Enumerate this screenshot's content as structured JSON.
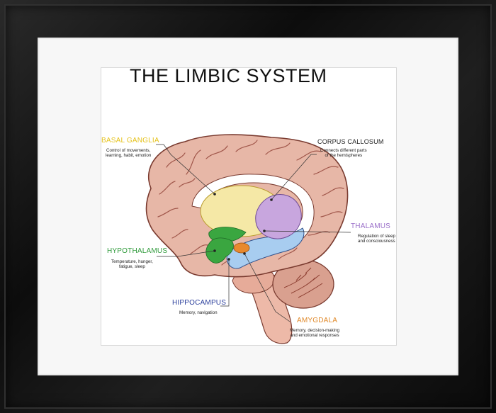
{
  "title": "THE LIMBIC SYSTEM",
  "colors": {
    "cortex": "#e7b7a7",
    "cortex_outline": "#7a3b30",
    "basal_ganglia": "#f5e8a6",
    "thalamus": "#c8a6de",
    "hypothalamus": "#3aa640",
    "hippocampus": "#a8cdf0",
    "amygdala": "#e8892e",
    "corpus_callosum": "#ffffff",
    "cerebellum": "#d9a08f",
    "brainstem": "#edb9a8",
    "frame": "#111111",
    "mat": "#f7f7f7"
  },
  "labels": {
    "basal_ganglia": {
      "name": "BASAL GANGLIA",
      "desc1": "Control of movements,",
      "desc2": "learning, habit, emotion",
      "color": "#e5c21b"
    },
    "corpus_callosum": {
      "name": "CORPUS CALLOSUM",
      "desc1": "Connects different parts",
      "desc2": "of the hemispheres",
      "color": "#222222"
    },
    "thalamus": {
      "name": "THALAMUS",
      "desc1": "Regulation of sleep",
      "desc2": "and consciousness",
      "color": "#9b70c9"
    },
    "hypothalamus": {
      "name": "HYPOTHALAMUS",
      "desc1": "Temperature, hunger,",
      "desc2": "fatigue, sleep",
      "color": "#2e9a3a"
    },
    "hippocampus": {
      "name": "HIPPOCAMPUS",
      "desc1": "Memory, navigation",
      "color": "#2a3e9c"
    },
    "amygdala": {
      "name": "AMYGDALA",
      "desc1": "Memory, decision-making",
      "desc2": "and emotional responses",
      "color": "#e0892a"
    }
  }
}
